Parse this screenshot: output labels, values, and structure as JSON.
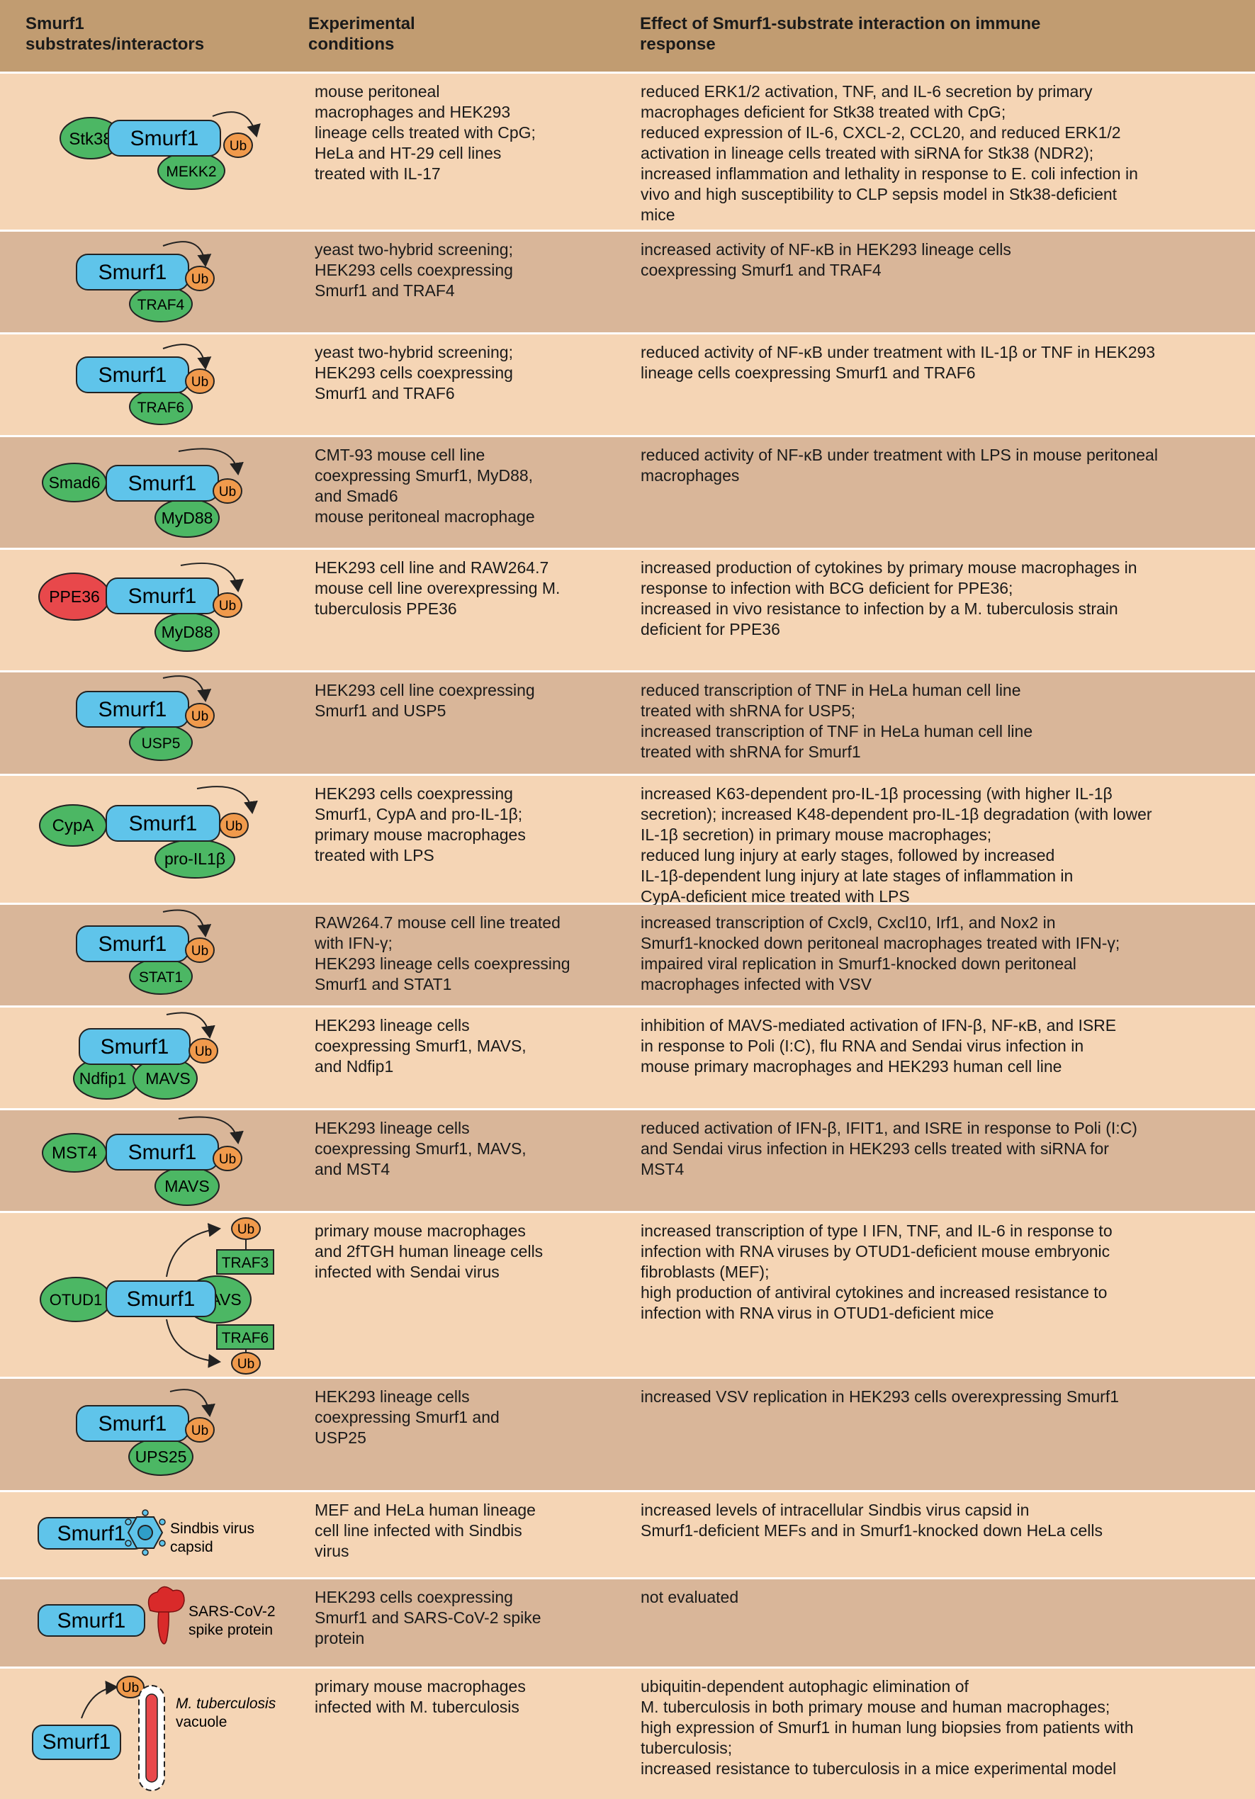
{
  "header": {
    "col1": [
      "Smurf1",
      "substrates/interactors"
    ],
    "col2": [
      "Experimental",
      "conditions"
    ],
    "col3": [
      "Effect of Smurf1-substrate interaction on immune",
      "response"
    ]
  },
  "colors": {
    "header_bg": "#c19c71",
    "row_light": "#f5d5b5",
    "row_dark": "#d9b699",
    "smurf1_blue": "#5fc4ea",
    "partner_green": "#4cb764",
    "ub_orange": "#f09a4c",
    "ppe36_red": "#e8484b"
  },
  "rows": [
    {
      "labels": {
        "a": "Stk38",
        "b": "Smurf1",
        "c": "MEKK2",
        "ub": "Ub"
      },
      "cond": [
        "mouse peritoneal",
        "macrophages and HEK293",
        "lineage cells treated with CpG;",
        "HeLa and HT-29 cell lines",
        "treated with IL-17"
      ],
      "effect": [
        "reduced ERK1/2 activation, TNF, and IL-6 secretion by primary",
        "macrophages deficient for Stk38 treated with CpG;",
        "reduced expression of IL-6, CXCL-2, CCL20, and reduced ERK1/2",
        "activation in lineage cells treated with siRNA for Stk38 (NDR2);",
        "increased inflammation and lethality in response to E. coli infection in",
        "vivo and high susceptibility to CLP sepsis model in Stk38-deficient",
        "mice"
      ]
    },
    {
      "labels": {
        "b": "Smurf1",
        "c": "TRAF4",
        "ub": "Ub"
      },
      "cond": [
        "yeast two-hybrid screening;",
        "HEK293 cells coexpressing",
        "Smurf1 and TRAF4"
      ],
      "effect": [
        "increased activity of NF-κB in HEK293 lineage cells",
        "coexpressing Smurf1 and TRAF4"
      ]
    },
    {
      "labels": {
        "b": "Smurf1",
        "c": "TRAF6",
        "ub": "Ub"
      },
      "cond": [
        "yeast two-hybrid screening;",
        "HEK293 cells coexpressing",
        "Smurf1 and TRAF6"
      ],
      "effect": [
        "reduced activity of NF-κB under treatment with IL-1β or TNF in HEK293",
        "lineage cells coexpressing Smurf1 and TRAF6"
      ]
    },
    {
      "labels": {
        "a": "Smad6",
        "b": "Smurf1",
        "c": "MyD88",
        "ub": "Ub"
      },
      "cond": [
        "CMT-93 mouse cell line",
        "coexpressing Smurf1, MyD88,",
        "and Smad6",
        "mouse peritoneal macrophage"
      ],
      "effect": [
        "reduced activity of NF-κB under treatment with LPS in mouse peritoneal",
        "macrophages"
      ]
    },
    {
      "labels": {
        "a": "PPE36",
        "b": "Smurf1",
        "c": "MyD88",
        "ub": "Ub"
      },
      "cond": [
        "HEK293 cell line and RAW264.7",
        "mouse cell line overexpressing M.",
        "tuberculosis PPE36"
      ],
      "effect": [
        "increased production of cytokines by primary mouse macrophages in",
        "response to infection with BCG deficient for PPE36;",
        "increased in vivo resistance to infection by a M. tuberculosis strain",
        "deficient for PPE36"
      ]
    },
    {
      "labels": {
        "b": "Smurf1",
        "c": "USP5",
        "ub": "Ub"
      },
      "cond": [
        "HEK293 cell line coexpressing",
        "Smurf1 and USP5"
      ],
      "effect": [
        "reduced transcription of TNF in HeLa human cell line",
        "treated with shRNA for USP5;",
        "increased transcription of TNF in HeLa human cell line",
        "treated with shRNA for Smurf1"
      ]
    },
    {
      "labels": {
        "a": "CypA",
        "b": "Smurf1",
        "c": "pro-IL1β",
        "ub": "Ub"
      },
      "cond": [
        "HEK293 cells coexpressing",
        "Smurf1, CypA and pro-IL-1β;",
        "primary mouse macrophages",
        "treated with LPS"
      ],
      "effect": [
        "increased K63-dependent pro-IL-1β processing (with higher IL-1β",
        "secretion); increased K48-dependent pro-IL-1β degradation (with lower",
        "IL-1β secretion) in primary mouse macrophages;",
        "reduced lung injury at early stages, followed by increased",
        "IL-1β-dependent lung injury at late stages of inflammation in",
        "CypA-deficient mice treated with LPS"
      ]
    },
    {
      "labels": {
        "b": "Smurf1",
        "c": "STAT1",
        "ub": "Ub"
      },
      "cond": [
        "RAW264.7 mouse cell line treated",
        "with IFN-γ;",
        "HEK293 lineage cells coexpressing",
        "Smurf1 and STAT1"
      ],
      "effect": [
        "increased transcription of Cxcl9, Cxcl10, Irf1, and Nox2 in",
        "Smurf1-knocked down peritoneal macrophages treated with IFN-γ;",
        "impaired viral replication in Smurf1-knocked down peritoneal",
        "macrophages infected with VSV"
      ]
    },
    {
      "labels": {
        "a": "Ndfip1",
        "b": "Smurf1",
        "c": "MAVS",
        "ub": "Ub"
      },
      "cond": [
        "HEK293 lineage cells",
        "coexpressing Smurf1, MAVS,",
        "and Ndfip1"
      ],
      "effect": [
        "inhibition of MAVS-mediated activation of IFN-β, NF-κB, and ISRE",
        "in response to Poli (I:C), flu RNA and Sendai virus infection in",
        "mouse primary macrophages and HEK293 human cell line"
      ]
    },
    {
      "labels": {
        "a": "MST4",
        "b": "Smurf1",
        "c": "MAVS",
        "ub": "Ub"
      },
      "cond": [
        "HEK293 lineage cells",
        "coexpressing Smurf1, MAVS,",
        "and MST4"
      ],
      "effect": [
        "reduced activation of IFN-β, IFIT1, and ISRE in response to Poli (I:C)",
        "and Sendai virus infection in HEK293 cells treated with siRNA for",
        "MST4"
      ]
    },
    {
      "labels": {
        "a": "OTUD1",
        "b": "Smurf1",
        "c": "MAVS",
        "t1": "TRAF3",
        "t2": "TRAF6",
        "ub": "Ub"
      },
      "cond": [
        "primary mouse macrophages",
        "and 2fTGH human lineage cells",
        "infected with Sendai virus"
      ],
      "effect": [
        "increased transcription of type I IFN, TNF, and IL-6 in response to",
        "infection with RNA viruses by OTUD1-deficient mouse embryonic",
        "fibroblasts (MEF);",
        "high production of antiviral cytokines and increased resistance to",
        "infection with RNA virus in OTUD1-deficient mice"
      ]
    },
    {
      "labels": {
        "b": "Smurf1",
        "c": "UPS25",
        "ub": "Ub"
      },
      "cond": [
        "HEK293 lineage cells",
        "coexpressing Smurf1 and",
        "USP25"
      ],
      "effect": [
        "increased VSV replication in HEK293 cells overexpressing Smurf1"
      ]
    },
    {
      "labels": {
        "b": "Smurf1",
        "cap1": "Sindbis virus",
        "cap2": "capsid"
      },
      "cond": [
        "MEF and HeLa human lineage",
        "cell line infected with Sindbis",
        "virus"
      ],
      "effect": [
        "increased levels of intracellular Sindbis virus capsid in",
        "Smurf1-deficient MEFs and in Smurf1-knocked down HeLa cells"
      ]
    },
    {
      "labels": {
        "b": "Smurf1",
        "cap1": "SARS-CoV-2",
        "cap2": "spike protein"
      },
      "cond": [
        "HEK293 cells coexpressing",
        "Smurf1 and SARS-CoV-2 spike",
        "protein"
      ],
      "effect": [
        "not evaluated"
      ]
    },
    {
      "labels": {
        "b": "Smurf1",
        "ub": "Ub",
        "cap1": "M. tuberculosis",
        "cap2": "vacuole"
      },
      "cond": [
        "primary mouse macrophages",
        "infected with M. tuberculosis"
      ],
      "effect": [
        "ubiquitin-dependent autophagic elimination of",
        "M. tuberculosis in both primary mouse and human macrophages;",
        "high expression of Smurf1 in human lung biopsies from patients with",
        "tuberculosis;",
        "increased resistance to tuberculosis in a mice experimental model"
      ]
    }
  ]
}
